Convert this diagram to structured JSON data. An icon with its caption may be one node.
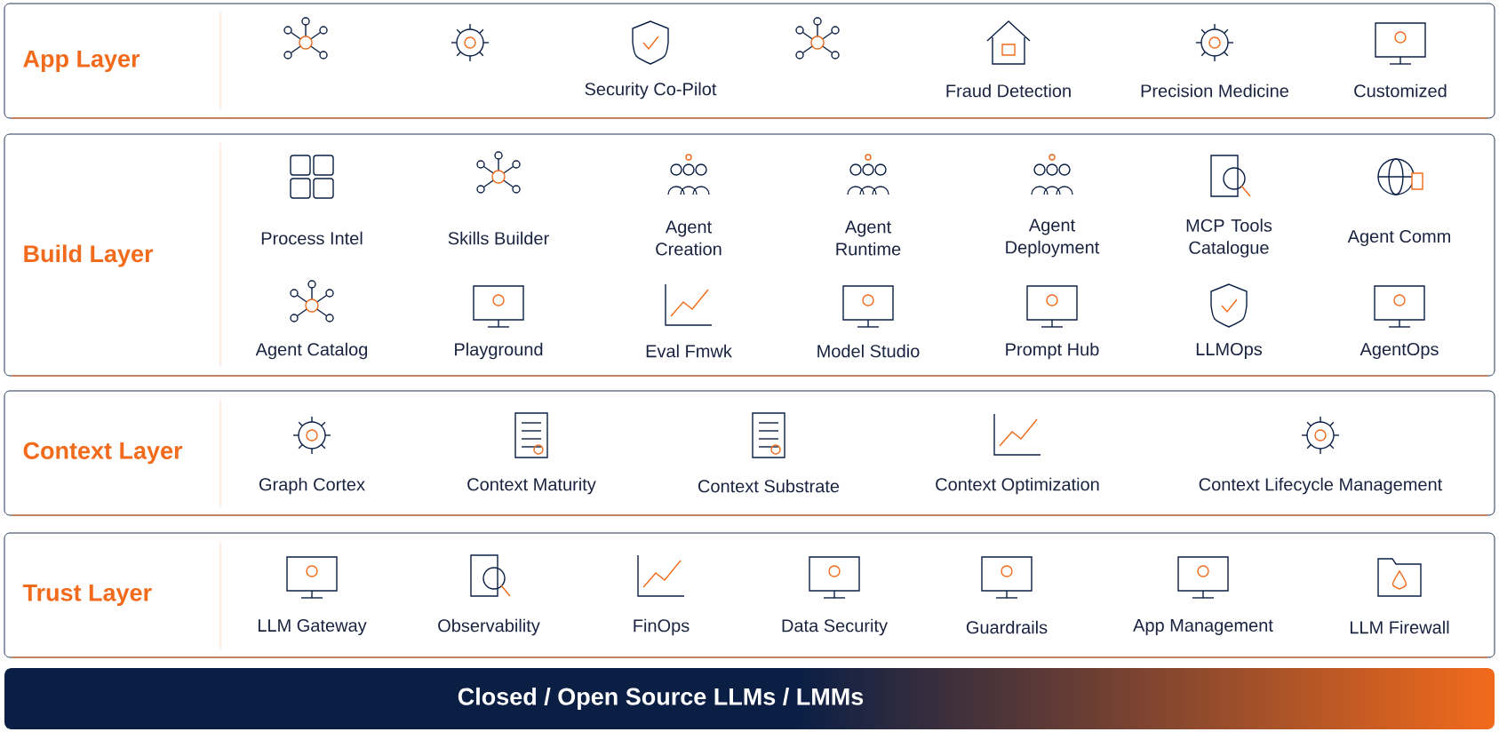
{
  "diagram": {
    "nodes": [
      {
        "text": [
          "App Layer"
        ]
      },
      {
        "text": [
          "Build Layer"
        ]
      },
      {
        "text": [
          "Context Layer"
        ]
      },
      {
        "text": [
          "Trust Layer"
        ]
      },
      {
        "text": [
          "Closed / Open Source LLMs / LMMs"
        ]
      }
    ],
    "labels": [
      "Security Co-Pilot",
      "Fraud Detection",
      "Precision Medicine",
      "Customized",
      "Process Intel",
      "Skills Builder",
      "Agent Creation",
      "Agent Runtime",
      "Agent Deployment",
      "MCP Tools Catalogue",
      "Agent Comm",
      "Agent Catalog",
      "Playground",
      "Eval Fmwk",
      "Model Studio",
      "Prompt Hub",
      "LLMOps",
      "AgentOps",
      "Graph Cortex",
      "Context Maturity",
      "Context Substrate",
      "Context Optimization",
      "Context Lifecycle Management",
      "LLM Gateway",
      "Observability",
      "FinOps",
      "Data Security",
      "Guardrails",
      "App Management",
      "LLM Firewall"
    ]
  }
}
